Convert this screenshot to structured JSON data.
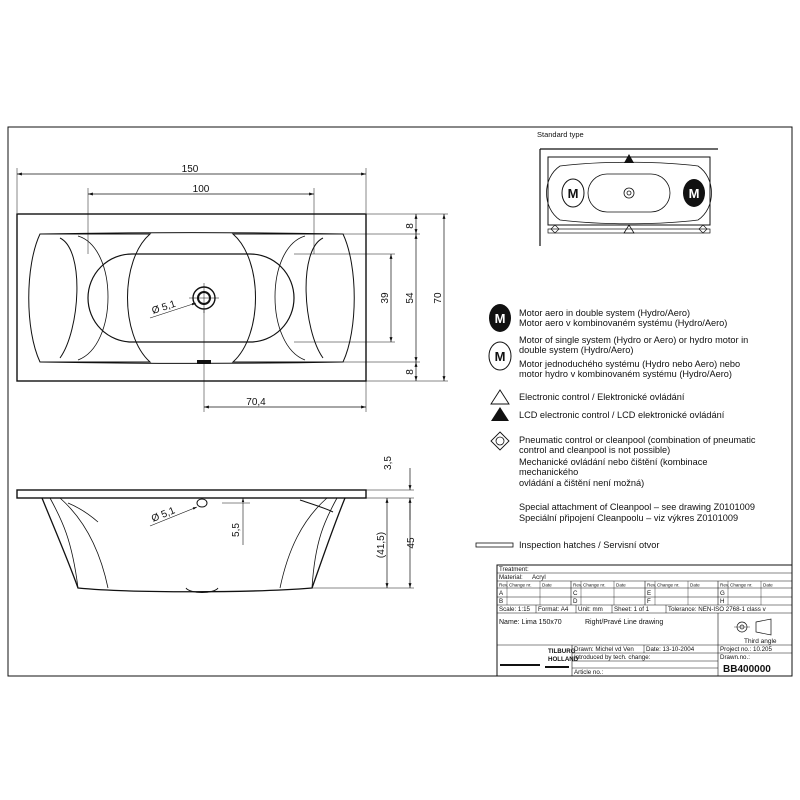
{
  "top_view": {
    "dims": {
      "overall_length": "150",
      "inner_length": "100",
      "rim_top": "8",
      "inner_width": "39",
      "basin_width": "54",
      "overall_width": "70",
      "rim_bottom": "8",
      "drain_offset": "70,4",
      "drain_dia": "Ø 5,1"
    }
  },
  "side_view": {
    "dims": {
      "rim_height": "3,5",
      "overflow_offset": "5,5",
      "drain_dia": "Ø 5,1",
      "inner_depth": "(41,5)",
      "overall_height": "45"
    }
  },
  "standard_type": {
    "label": "Standard type",
    "motor_filled": "M",
    "motor_outline": "M"
  },
  "legend": {
    "motor_double_icon": "M",
    "motor_double_1": "Motor aero in double system (Hydro/Aero)",
    "motor_double_2": "Motor aero v kombinovaném systému (Hydro/Aero)",
    "motor_single_icon": "M",
    "motor_single_1": "Motor of single system (Hydro or Aero) or hydro motor in",
    "motor_single_2": "double system (Hydro/Aero)",
    "motor_single_3": "Motor jednoduchého systému (Hydro nebo Aero) nebo",
    "motor_single_4": "motor hydro v kombinovaném systému (Hydro/Aero)",
    "electronic": "Electronic control / Elektronické ovládání",
    "lcd": "LCD electronic control / LCD elektronické ovládání",
    "pneumatic_1": "Pneumatic control or cleanpool (combination of pneumatic",
    "pneumatic_2": "control and cleanpool is not possible)",
    "pneumatic_3": "Mechanické ovládání nebo čištění (kombinace",
    "pneumatic_4": "mechanického",
    "pneumatic_5": "ovládání a čištění není možná)",
    "special_1": "Special attachment of Cleanpool – see drawing Z0101009",
    "special_2": "Speciální připojení Cleanpoolu – viz výkres Z0101009",
    "inspection": "Inspection hatches / Servisní otvor"
  },
  "title_block": {
    "treatment": "Treatment:",
    "material_label": "Material:",
    "material_value": "Acryl",
    "rev_header": [
      "Rev.",
      "Change nr.",
      "Date",
      "Rev.",
      "Change nr.",
      "Date",
      "Rev.",
      "Change nr.",
      "Date",
      "Rev.",
      "Change nr.",
      "Date"
    ],
    "rev_letters": [
      "A",
      "B",
      "C",
      "D",
      "E",
      "F",
      "G",
      "H"
    ],
    "scale": "Scale: 1:15",
    "format": "Format: A4",
    "unit": "Unit: mm",
    "sheet": "Sheet: 1 of 1",
    "tolerance": "Tolerance: NEN-ISO 2768-1 class v",
    "name": "Name: Lima 150x70",
    "drawing": "Right/Pravé Line drawing",
    "third_angle": "Third angle",
    "company_1": "TILBURG",
    "company_2": "HOLLAND",
    "drawn": "Drawn: Michel vd Ven",
    "date": "Date: 13-10-2004",
    "project": "Project no.: 10.205",
    "introduced": "Introduced by tech. change:",
    "drawing_no_label": "Drawn.no.:",
    "article": "Article no.:",
    "drawing_no": "BB400000"
  }
}
